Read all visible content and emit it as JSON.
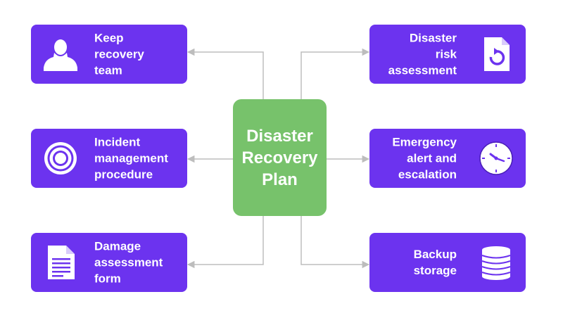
{
  "center": {
    "title": "Disaster\nRecovery\nPlan"
  },
  "nodes": {
    "keep_team": {
      "label": "Keep\nrecovery\nteam",
      "icon": "person-silhouette-icon"
    },
    "incident": {
      "label": "Incident\nmanagement\nprocedure",
      "icon": "target-icon"
    },
    "damage": {
      "label": "Damage\nassessment\nform",
      "icon": "document-icon"
    },
    "risk": {
      "label": "Disaster\nrisk\nassessment",
      "icon": "document-refresh-icon"
    },
    "emergency": {
      "label": "Emergency\nalert and\nescalation",
      "icon": "clock-icon"
    },
    "backup": {
      "label": "Backup\nstorage",
      "icon": "database-icon"
    }
  },
  "colors": {
    "card": "#6c33ef",
    "center": "#77c26b",
    "connector": "#bdbdbd",
    "text": "#ffffff"
  }
}
